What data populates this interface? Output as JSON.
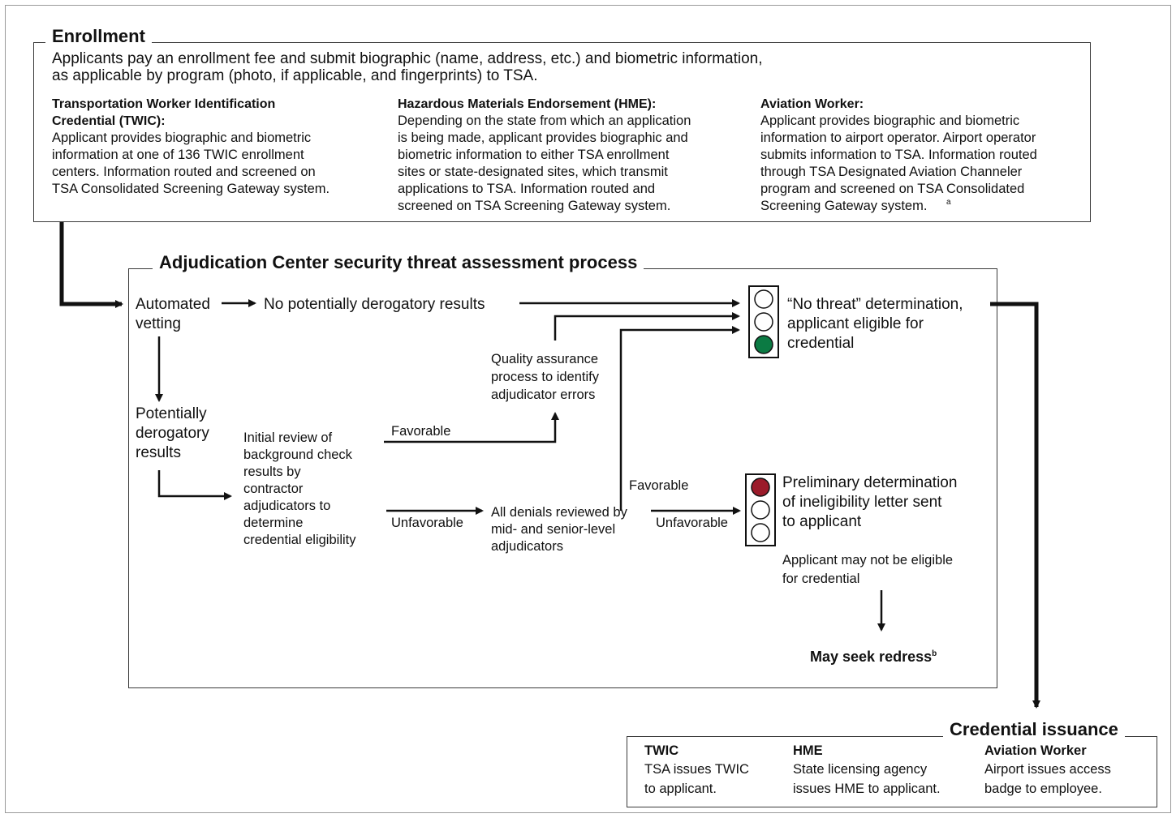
{
  "enrollment": {
    "title": "Enrollment",
    "intro": "Applicants pay an enrollment fee and submit biographic (name, address, etc.) and biometric information,\nas applicable by program (photo, if applicable, and fingerprints) to TSA.",
    "twic": {
      "heading": "Transportation Worker Identification\nCredential (TWIC):",
      "body": "Applicant provides biographic and biometric\ninformation at one of 136 TWIC enrollment\ncenters. Information routed and screened on\nTSA Consolidated Screening Gateway system."
    },
    "hme": {
      "heading": "Hazardous Materials Endorsement (HME):",
      "body": "Depending on the state from which an application\nis being made, applicant provides biographic and\nbiometric information to either TSA enrollment\nsites or state-designated sites, which transmit\napplications to TSA. Information routed and\nscreened on TSA Screening Gateway system."
    },
    "aviation": {
      "heading": "Aviation Worker:",
      "body": "Applicant provides biographic and biometric\ninformation to airport operator. Airport operator\nsubmits information to TSA. Information routed\nthrough TSA Designated Aviation Channeler\nprogram and screened on TSA Consolidated\nScreening Gateway system.",
      "footnote": "a"
    }
  },
  "adjudication": {
    "title": "Adjudication Center security threat assessment process",
    "automated_vetting": "Automated\nvetting",
    "no_derogatory": "No potentially derogatory results",
    "potentially_derogatory": "Potentially\nderogatory\nresults",
    "initial_review": "Initial review of\nbackground check\nresults by\ncontractor\nadjudicators to\ndetermine\ncredential eligibility",
    "favorable_1": "Favorable",
    "unfavorable_1": "Unfavorable",
    "quality_assurance": "Quality assurance\nprocess to identify\nadjudicator errors",
    "all_denials": "All denials reviewed by\nmid- and senior-level\nadjudicators",
    "favorable_2": "Favorable",
    "unfavorable_2": "Unfavorable",
    "no_threat": "“No threat” determination,\napplicant eligible for\ncredential",
    "preliminary": "Preliminary determination\nof ineligibility letter sent\nto applicant",
    "may_not_be_eligible": "Applicant may not be eligible\nfor credential",
    "may_seek_redress": "May seek redress",
    "redress_footnote": "b"
  },
  "credential_issuance": {
    "title": "Credential issuance",
    "twic": {
      "heading": "TWIC",
      "body": "TSA issues TWIC\nto applicant."
    },
    "hme": {
      "heading": "HME",
      "body": "State licensing agency\nissues HME to applicant."
    },
    "aviation": {
      "heading": "Aviation Worker",
      "body": "Airport issues access\nbadge to employee."
    }
  },
  "colors": {
    "green_light": "#0b7a43",
    "red_light": "#9b1b2a",
    "line": "#111111",
    "frame": "#3a3a3a"
  }
}
